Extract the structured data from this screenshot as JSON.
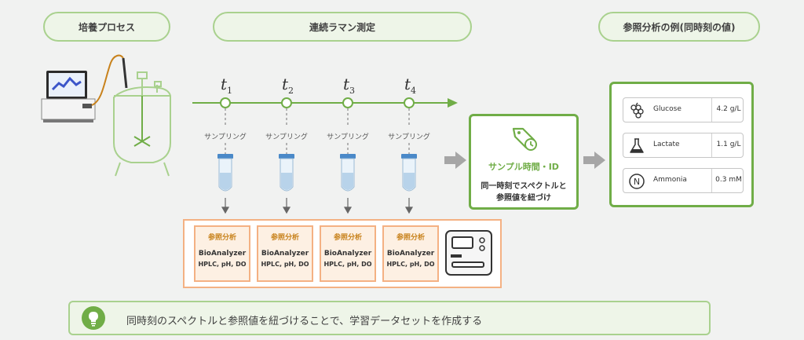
{
  "headers": {
    "culture": "培養プロセス",
    "raman": "連続ラマン測定",
    "reference_example": "参照分析の例(同時刻の値)"
  },
  "timepoints": [
    {
      "t": "t",
      "sub": "1"
    },
    {
      "t": "t",
      "sub": "2"
    },
    {
      "t": "t",
      "sub": "3"
    },
    {
      "t": "t",
      "sub": "4"
    }
  ],
  "sampling_label": "サンプリング",
  "reference_boxes": [
    {
      "title": "参照分析",
      "line1": "BioAnalyzer",
      "line2": "HPLC, pH, DO"
    },
    {
      "title": "参照分析",
      "line1": "BioAnalyzer",
      "line2": "HPLC, pH, DO"
    },
    {
      "title": "参照分析",
      "line1": "BioAnalyzer",
      "line2": "HPLC, pH, DO"
    },
    {
      "title": "参照分析",
      "line1": "BioAnalyzer",
      "line2": "HPLC, pH, DO"
    }
  ],
  "sample_id": {
    "title": "サンプル時間・ID",
    "line1": "同一時刻でスペクトルと",
    "line2": "参照値を紐づけ"
  },
  "analytes": [
    {
      "name": "Glucose",
      "value": "4.2 g/L",
      "icon": "grapes-icon"
    },
    {
      "name": "Lactate",
      "value": "1.1 g/L",
      "icon": "flask-icon"
    },
    {
      "name": "Ammonia",
      "value": "0.3 mM",
      "icon": "nitrogen-icon"
    }
  ],
  "banner": "同時刻のスペクトルと参照値を紐づけることで、学習データセットを作成する",
  "colors": {
    "green": "#70ad47",
    "light_green": "#a9d18e",
    "orange": "#f4b183",
    "orange_text": "#c8821c"
  }
}
